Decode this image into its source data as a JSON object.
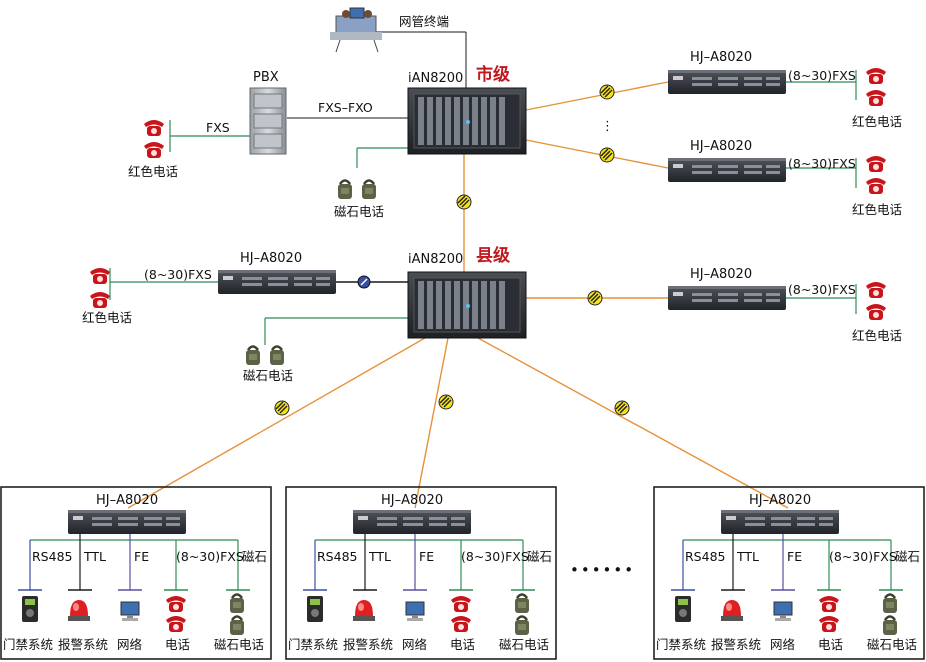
{
  "labels": {
    "nms": "网管终端",
    "pbx": "PBX",
    "fxs": "FXS",
    "fxs_fxo": "FXS–FXO",
    "ian8200_top": "iAN8200",
    "city_level": "市级",
    "ian8200_mid": "iAN8200",
    "county_level": "县级",
    "hj_a8020": "HJ–A8020",
    "fxs_range": "(8~30)FXS",
    "red_phone": "红色电话",
    "magneto_phone": "磁石电话",
    "rs485": "RS485",
    "ttl": "TTL",
    "fe": "FE",
    "magneto": "磁石",
    "access_system": "门禁系统",
    "alarm_system": "报警系统",
    "network": "网络",
    "phone": "电话",
    "more_dots": "••••••",
    "vdots": "⋮"
  },
  "colors": {
    "link_orange": "#e6923a",
    "link_green": "#2e8b57",
    "link_blue": "#3a4fa3",
    "link_black": "#1a1a1a",
    "marker_yellow": "#f4e21a",
    "level_red": "#c0181f",
    "device_dark": "#2b2e33",
    "phone_red": "#c8141b",
    "magneto_olive": "#5b6246"
  }
}
